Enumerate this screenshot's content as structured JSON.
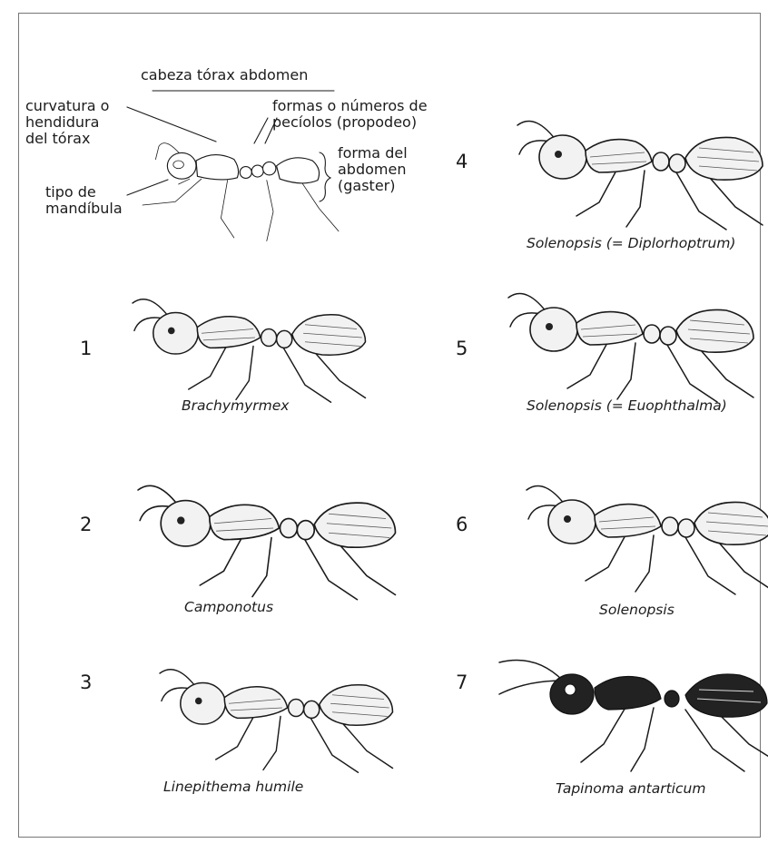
{
  "header_parts": "cabeza tórax abdomen",
  "labels": {
    "torax_curve": "curvatura o\nhendidura\ndel tórax",
    "petiolos": "formas o números de\npecíolos (propodeo)",
    "abdomen_form": "forma del\nabdomen\n(gaster)",
    "mandible": "tipo de\nmandíbula"
  },
  "species": [
    {
      "number": "1",
      "name": "Brachymyrmex"
    },
    {
      "number": "2",
      "name": "Camponotus"
    },
    {
      "number": "3",
      "name": "Linepithema humile"
    },
    {
      "number": "4",
      "name": "Solenopsis (= Diplorhoptrum)"
    },
    {
      "number": "5",
      "name": "Solenopsis (= Euophthalma)"
    },
    {
      "number": "6",
      "name": "Solenopsis"
    },
    {
      "number": "7",
      "name": "Tapinoma antarticum"
    }
  ]
}
